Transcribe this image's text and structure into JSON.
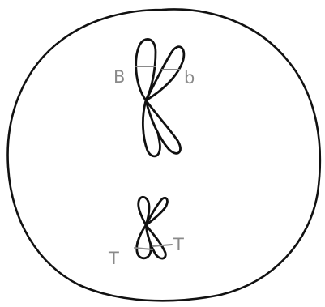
{
  "chromosome_upper": {
    "left_label": "B",
    "right_label": "b"
  },
  "chromosome_lower": {
    "left_label": "T",
    "right_label": "T"
  }
}
